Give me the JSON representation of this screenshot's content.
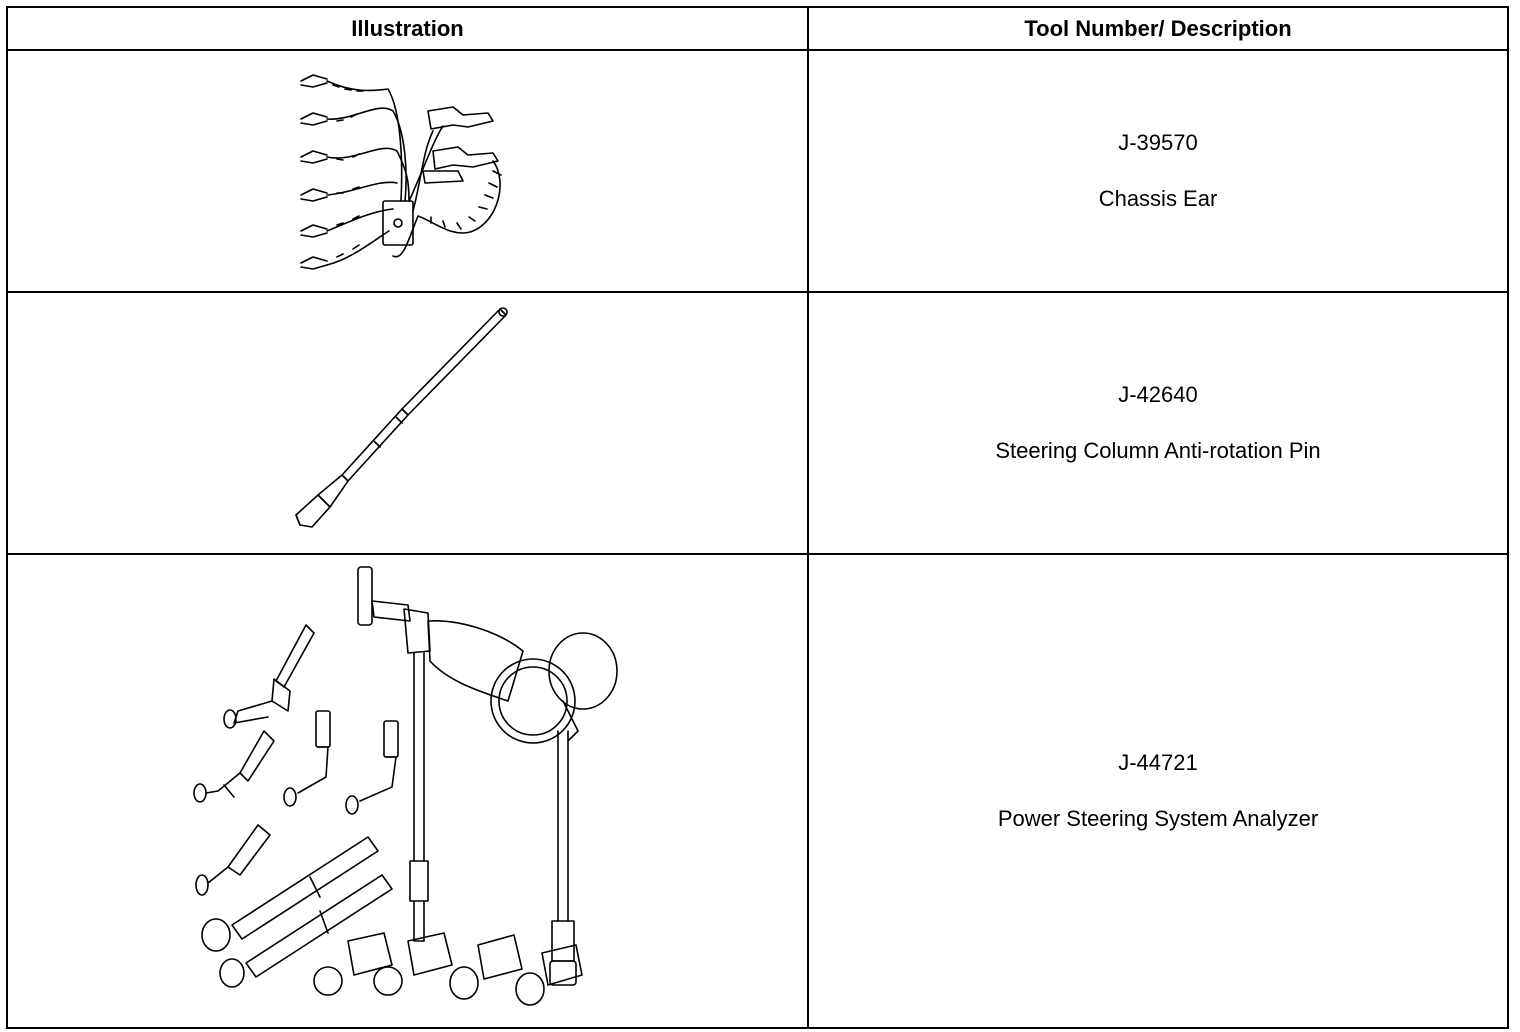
{
  "headers": {
    "illustration": "Illustration",
    "tool": "Tool Number/ Description"
  },
  "tools": [
    {
      "number": "J-39570",
      "description": "Chassis Ear",
      "icon": "chassis-ear-illustration"
    },
    {
      "number": "J-42640",
      "description": "Steering Column Anti-rotation Pin",
      "icon": "anti-rotation-pin-illustration"
    },
    {
      "number": "J-44721",
      "description": "Power Steering System Analyzer",
      "icon": "power-steering-analyzer-illustration"
    }
  ]
}
